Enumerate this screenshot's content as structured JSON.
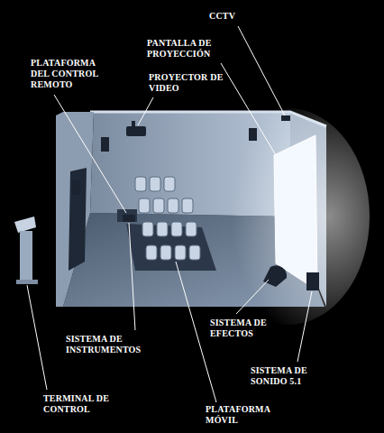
{
  "diagram": {
    "labels": [
      "CCTV",
      "PANTALLA DE PROYECCIÓN",
      "PLATAFORMA DEL CONTROL REMOTO",
      "PROYECTOR DE VIDEO",
      "SISTEMA DE EFECTOS",
      "SISTEMA DE INSTRUMENTOS",
      "SISTEMA DE SONIDO 5.1",
      "TERMINAL DE CONTROL",
      "PLATAFORMA MÓVIL"
    ]
  }
}
